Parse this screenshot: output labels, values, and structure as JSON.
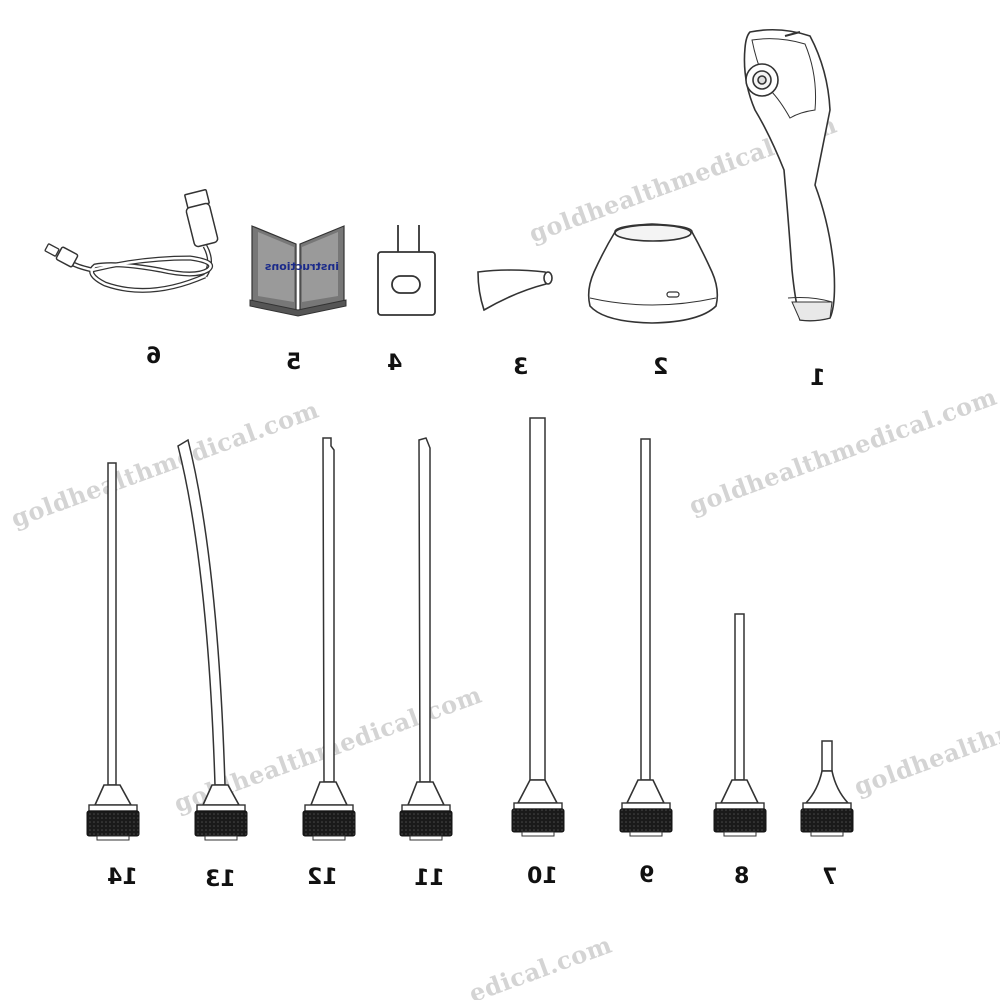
{
  "watermark_text": "goldhealthmedical.com",
  "watermark_partial_1": "goldhealthme",
  "watermark_partial_2": "edical.com",
  "instructions_label": "instructions",
  "item_numbers": {
    "n1": "1",
    "n2": "2",
    "n3": "3",
    "n4": "4",
    "n5": "5",
    "n6": "6",
    "n7": "7",
    "n8": "8",
    "n9": "9",
    "n10": "10",
    "n11": "11",
    "n12": "12",
    "n13": "13",
    "n14": "14"
  },
  "colors": {
    "line": "#333333",
    "watermark": "#d4d4d4",
    "booklet_text": "#1a2a8a",
    "tip_base": "#1a1a1a"
  }
}
